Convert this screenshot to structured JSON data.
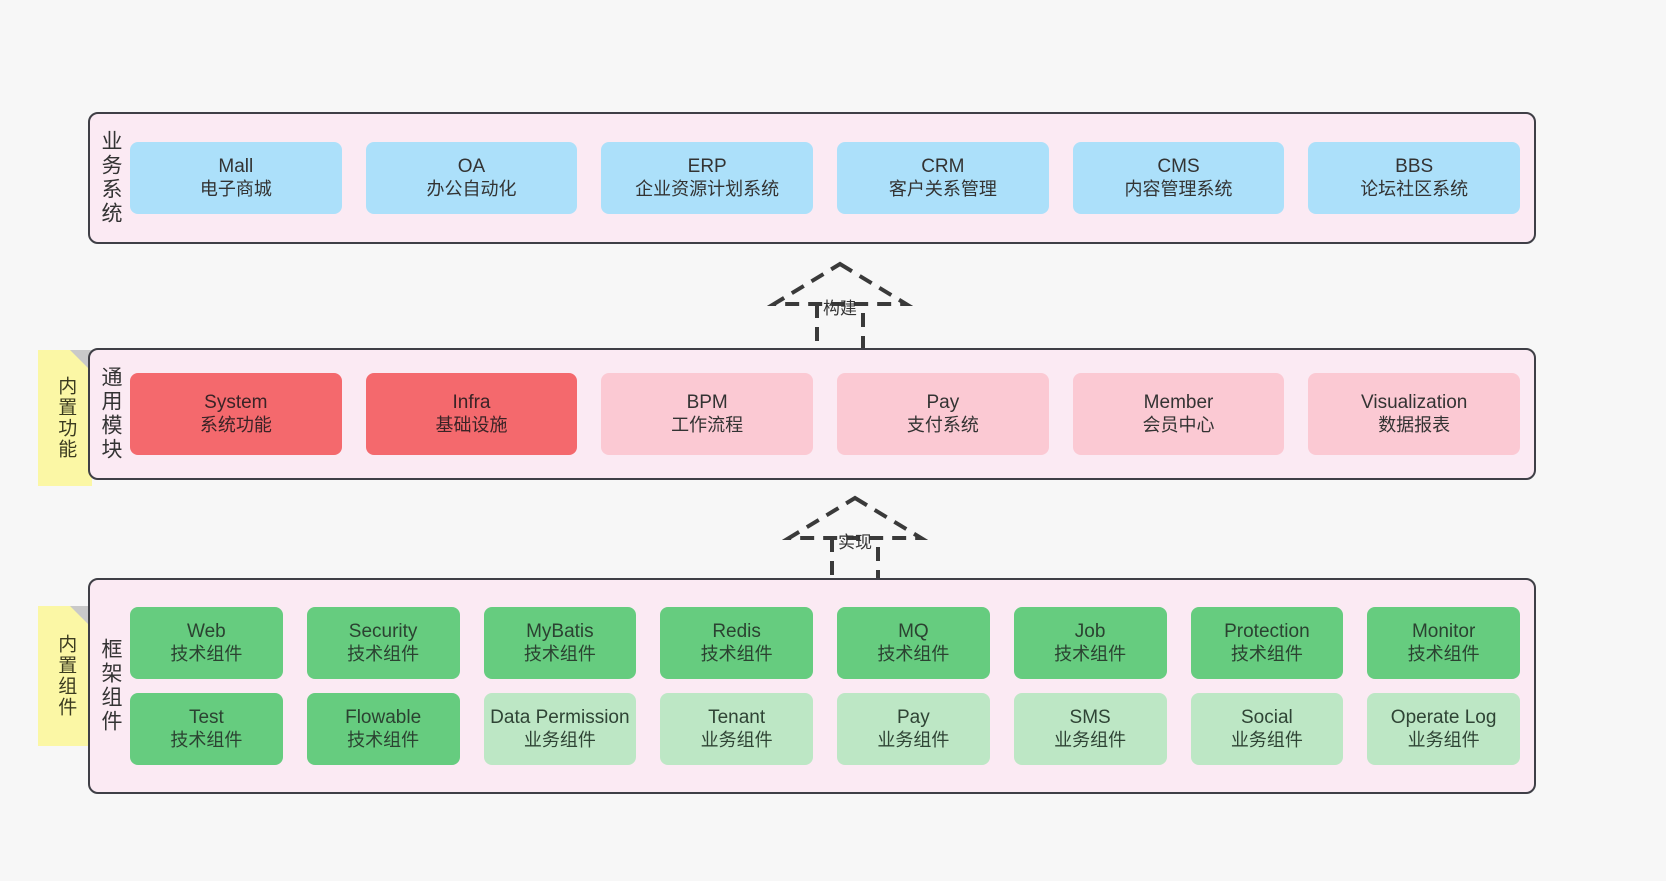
{
  "diagram": {
    "background_color": "#f7f7f7",
    "layer_fill": "#fbeaf3",
    "layer_border": "#3f3f46",
    "note_fill": "#fbf7a5"
  },
  "layers": {
    "business": {
      "caption": "业务系统",
      "color": "#ace0fa",
      "cards": [
        {
          "en": "Mall",
          "cn": "电子商城"
        },
        {
          "en": "OA",
          "cn": "办公自动化"
        },
        {
          "en": "ERP",
          "cn": "企业资源计划系统"
        },
        {
          "en": "CRM",
          "cn": "客户关系管理"
        },
        {
          "en": "CMS",
          "cn": "内容管理系统"
        },
        {
          "en": "BBS",
          "cn": "论坛社区系统"
        }
      ]
    },
    "common": {
      "caption": "通用模块",
      "note": "内置功能",
      "colors": {
        "active": "#f4696d",
        "inactive": "#fbc9d3"
      },
      "cards": [
        {
          "en": "System",
          "cn": "系统功能",
          "style": "red"
        },
        {
          "en": "Infra",
          "cn": "基础设施",
          "style": "red"
        },
        {
          "en": "BPM",
          "cn": "工作流程",
          "style": "pink"
        },
        {
          "en": "Pay",
          "cn": "支付系统",
          "style": "pink"
        },
        {
          "en": "Member",
          "cn": "会员中心",
          "style": "pink"
        },
        {
          "en": "Visualization",
          "cn": "数据报表",
          "style": "pink"
        }
      ]
    },
    "framework": {
      "caption": "框架组件",
      "note": "内置组件",
      "colors": {
        "tech": "#66cc7f",
        "business": "#bde7c5"
      },
      "row1": [
        {
          "en": "Web",
          "cn": "技术组件",
          "style": "green"
        },
        {
          "en": "Security",
          "cn": "技术组件",
          "style": "green"
        },
        {
          "en": "MyBatis",
          "cn": "技术组件",
          "style": "green"
        },
        {
          "en": "Redis",
          "cn": "技术组件",
          "style": "green"
        },
        {
          "en": "MQ",
          "cn": "技术组件",
          "style": "green"
        },
        {
          "en": "Job",
          "cn": "技术组件",
          "style": "green"
        },
        {
          "en": "Protection",
          "cn": "技术组件",
          "style": "green"
        },
        {
          "en": "Monitor",
          "cn": "技术组件",
          "style": "green"
        }
      ],
      "row2": [
        {
          "en": "Test",
          "cn": "技术组件",
          "style": "green"
        },
        {
          "en": "Flowable",
          "cn": "技术组件",
          "style": "green"
        },
        {
          "en": "Data Permission",
          "cn": "业务组件",
          "style": "green-soft",
          "wrap": true
        },
        {
          "en": "Tenant",
          "cn": "业务组件",
          "style": "green-soft"
        },
        {
          "en": "Pay",
          "cn": "业务组件",
          "style": "green-soft"
        },
        {
          "en": "SMS",
          "cn": "业务组件",
          "style": "green-soft"
        },
        {
          "en": "Social",
          "cn": "业务组件",
          "style": "green-soft"
        },
        {
          "en": "Operate Log",
          "cn": "业务组件",
          "style": "green-soft"
        }
      ]
    }
  },
  "arrows": [
    {
      "id": "build",
      "label": "构建",
      "from": "common",
      "to": "business",
      "style": "dashed-generalization"
    },
    {
      "id": "impl",
      "label": "实现",
      "from": "framework",
      "to": "common",
      "style": "dashed-generalization"
    }
  ]
}
